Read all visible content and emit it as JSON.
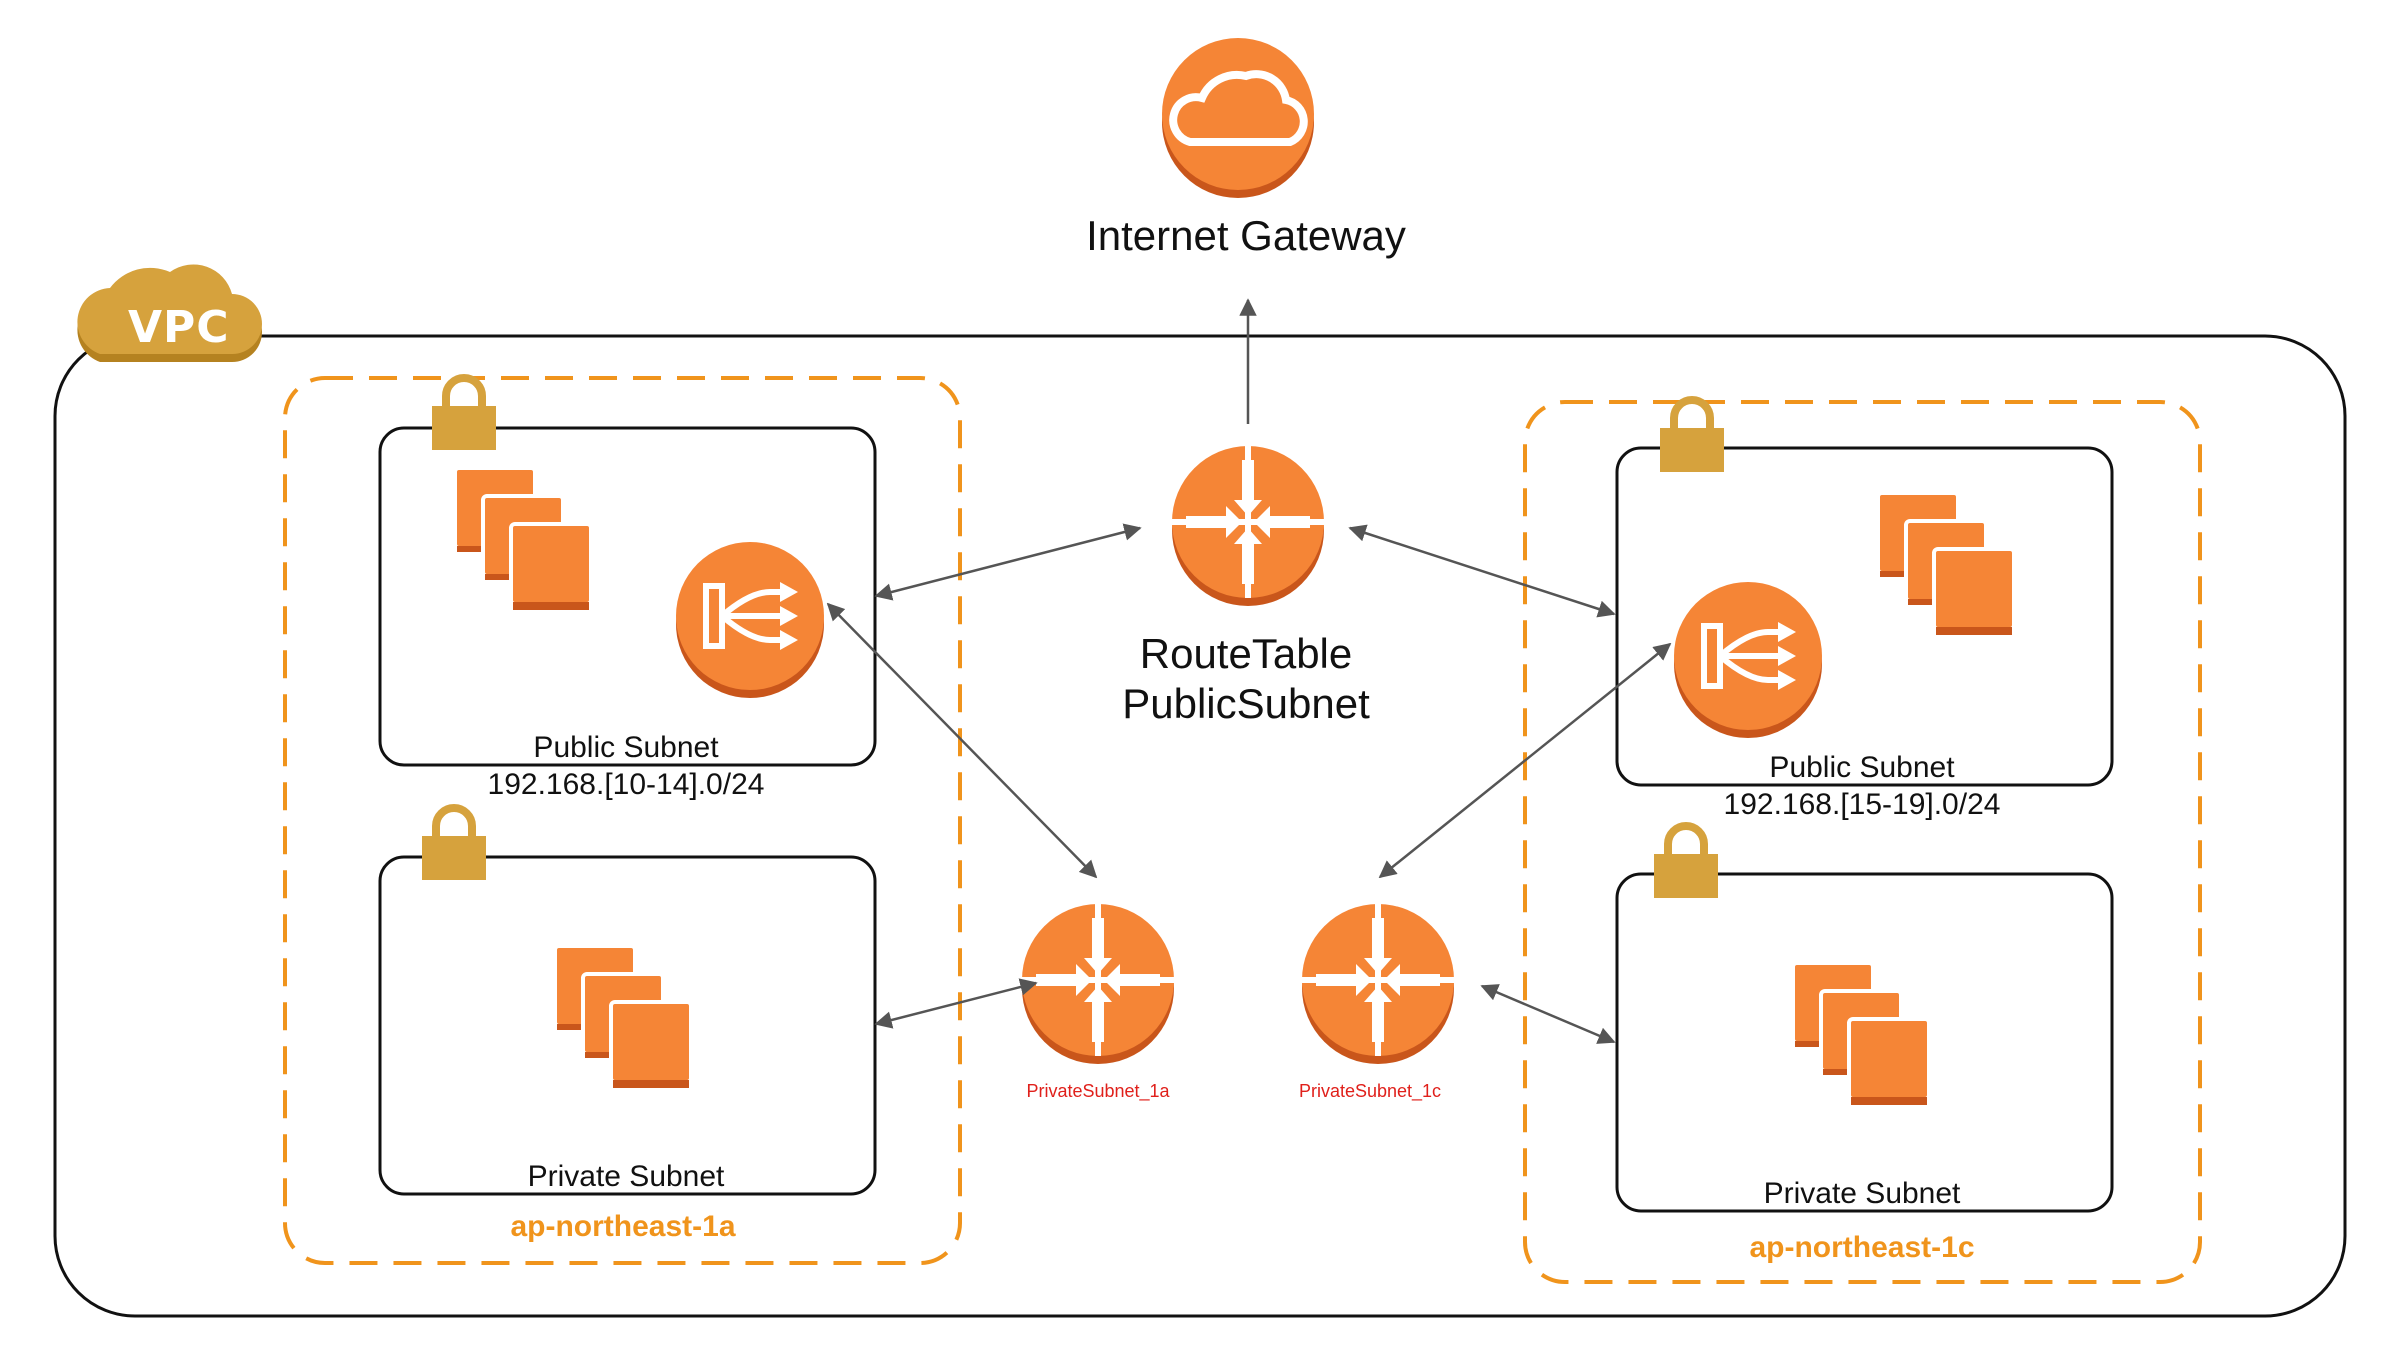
{
  "internet_gateway": {
    "label": "Internet Gateway"
  },
  "vpc": {
    "label": "VPC"
  },
  "route_table_public": {
    "label_line1": "RouteTable",
    "label_line2": "PublicSubnet"
  },
  "route_table_private_1a": {
    "label": "PrivateSubnet_1a"
  },
  "route_table_private_1c": {
    "label": "PrivateSubnet_1c"
  },
  "az_1a": {
    "label": "ap-northeast-1a",
    "public_subnet": {
      "label": "Public Subnet",
      "cidr": "192.168.[10-14].0/24"
    },
    "private_subnet": {
      "label": "Private Subnet"
    }
  },
  "az_1c": {
    "label": "ap-northeast-1c",
    "public_subnet": {
      "label": "Public Subnet",
      "cidr": "192.168.[15-19].0/24"
    },
    "private_subnet": {
      "label": "Private Subnet"
    }
  },
  "colors": {
    "aws_orange": "#f58536",
    "aws_orange_dark": "#c9561b",
    "az_border": "#f0941c",
    "lock_gold": "#d6a23d",
    "route_label_red": "#e0201b",
    "line": "#555555"
  }
}
